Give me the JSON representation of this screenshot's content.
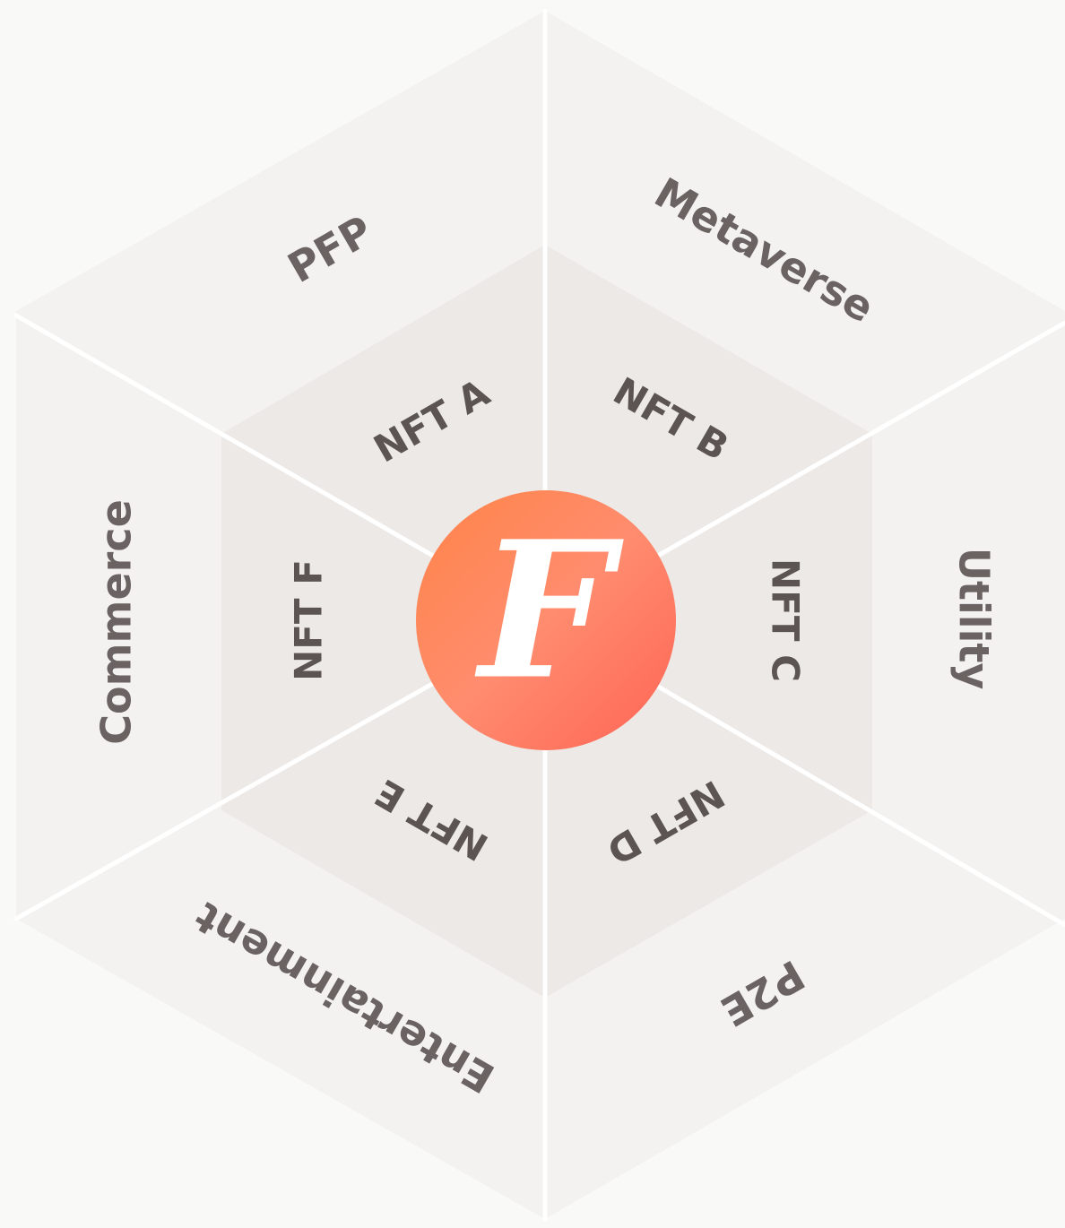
{
  "outer_segments": [
    "PFP",
    "Metaverse",
    "Utility",
    "P2E",
    "Entertainment",
    "Commerce"
  ],
  "inner_segments": [
    "NFT A",
    "NFT B",
    "NFT C",
    "NFT D",
    "NFT E",
    "NFT F"
  ],
  "center_logo": {
    "letter": "F",
    "gradient": [
      "#ff8a4c",
      "#ff6a5a"
    ]
  },
  "colors": {
    "background": "#f9f9f8",
    "outer_fill": "#f3f2f1",
    "inner_fill": "#ece9e6",
    "divider": "#ffffff",
    "text": "#6a6361"
  }
}
